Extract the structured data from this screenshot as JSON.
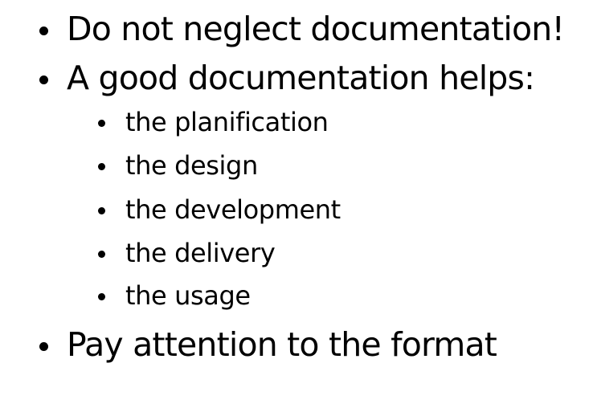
{
  "bullets": {
    "item1": "Do not neglect documentation!",
    "item2": "A good documentation helps:",
    "sub": [
      "the planification",
      "the design",
      "the development",
      "the delivery",
      "the usage"
    ],
    "item3": "Pay attention to the format"
  }
}
